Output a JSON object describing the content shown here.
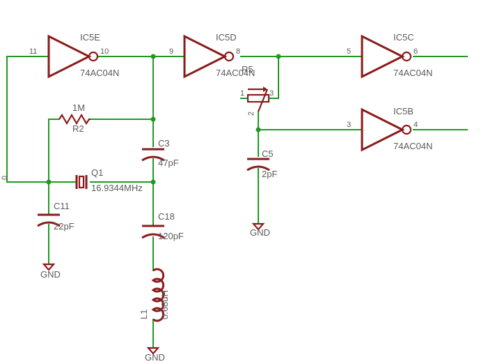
{
  "colors": {
    "background": "#ffffff",
    "wire": "#1f9a1f",
    "symbol": "#8b1a1a",
    "text": "#5a5a5a"
  },
  "components": {
    "ic5e": {
      "name": "IC5E",
      "value": "74AC04N",
      "pin_in": "11",
      "pin_out": "10"
    },
    "ic5d": {
      "name": "IC5D",
      "value": "74AC04N",
      "pin_in": "9",
      "pin_out": "8"
    },
    "ic5c": {
      "name": "IC5C",
      "value": "74AC04N",
      "pin_in": "5",
      "pin_out": "6"
    },
    "ic5b": {
      "name": "IC5B",
      "value": "74AC04N",
      "pin_in": "3",
      "pin_out": "4"
    },
    "r2": {
      "name": "R2",
      "value": "1M"
    },
    "r5": {
      "name": "R5",
      "pin1": "1",
      "pin2": "2",
      "pin3": "3"
    },
    "c3": {
      "name": "C3",
      "value": "47pF"
    },
    "c5": {
      "name": "C5",
      "value": "2pF"
    },
    "c11": {
      "name": "C11",
      "value": "22pF"
    },
    "c18": {
      "name": "C18",
      "value": "120pF"
    },
    "q1": {
      "name": "Q1",
      "value": "16.9344MHz"
    },
    "l1": {
      "name": "L1",
      "value": "0.68uH"
    }
  },
  "grounds": {
    "c11": "GND",
    "c5": "GND",
    "l1": "GND"
  },
  "edge_label": "0"
}
